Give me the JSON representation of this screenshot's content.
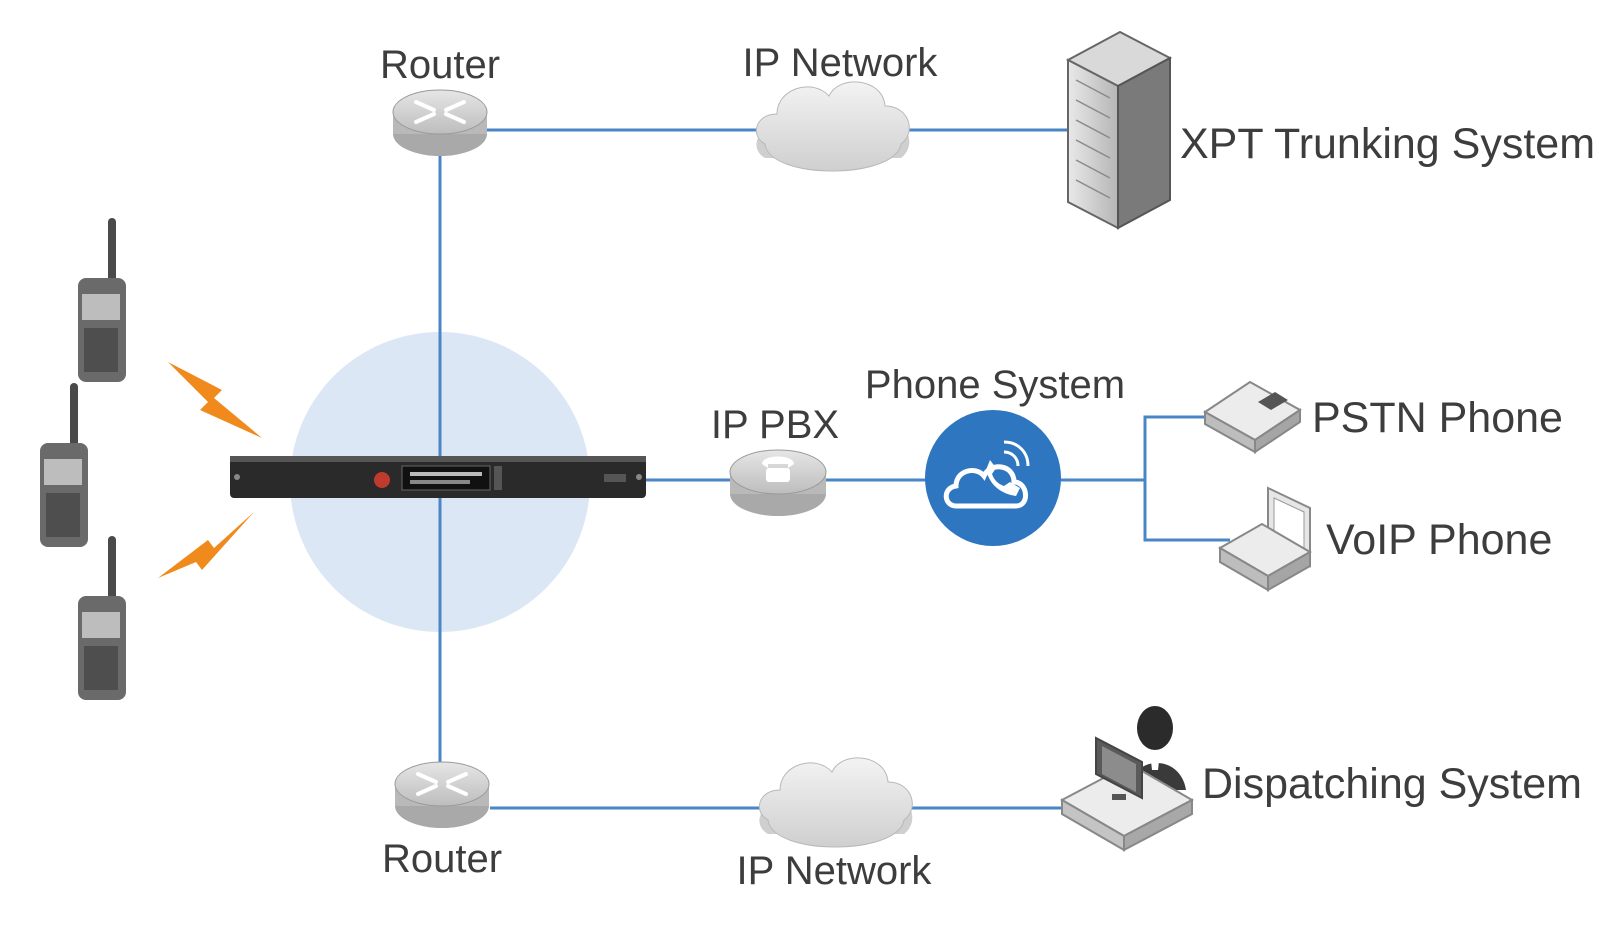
{
  "labels": {
    "router_top": "Router",
    "ip_network_top": "IP Network",
    "xpt_trunking": "XPT Trunking System",
    "phone_system": "Phone System",
    "ip_pbx": "IP PBX",
    "pstn_phone": "PSTN Phone",
    "voip_phone": "VoIP Phone",
    "router_bottom": "Router",
    "ip_network_bottom": "IP Network",
    "dispatching": "Dispatching System"
  },
  "colors": {
    "link_line": "#4a86c5",
    "coverage": "#dbe7f5",
    "phone_system_circle": "#2f76c1",
    "lightning": "#f08a1c",
    "label_text": "#3d3d3d",
    "device_grey": "#c9c9c9",
    "radio_body": "#5e5e5e",
    "repeater_body": "#2a2a2a"
  },
  "icons": [
    "router-icon",
    "cloud-icon",
    "server-rack-icon",
    "radio-icon",
    "lightning-icon",
    "repeater-icon",
    "telephone-icon",
    "cloud-phone-icon",
    "desk-phone-icon",
    "dispatcher-icon"
  ]
}
